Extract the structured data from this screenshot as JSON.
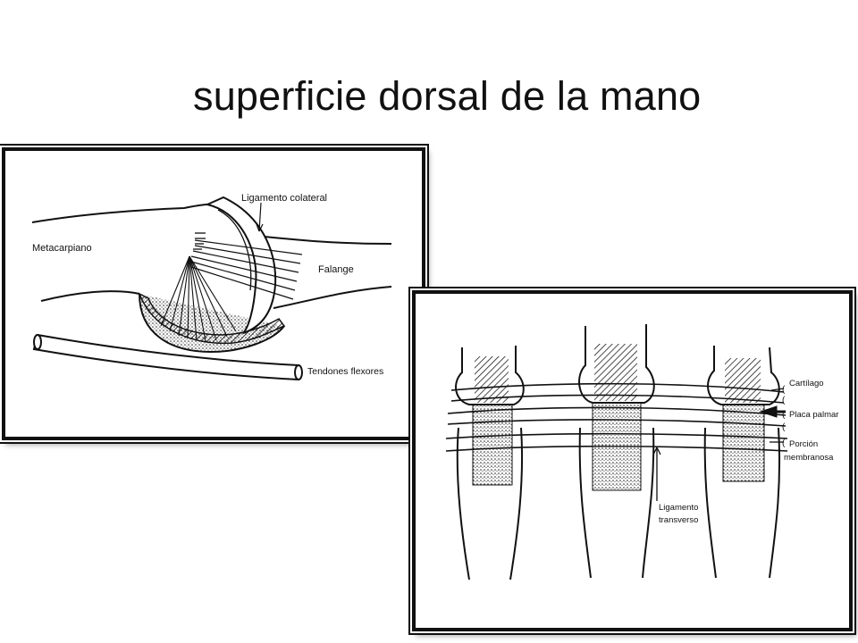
{
  "slide": {
    "title": "superficie dorsal de la mano"
  },
  "figure_left": {
    "labels": {
      "ligamento_colateral": "Ligamento colateral",
      "metacarpiano": "Metacarpiano",
      "falange": "Falange",
      "tendones_flexores": "Tendones flexores"
    }
  },
  "figure_right": {
    "labels": {
      "cartilago": "Cartílago",
      "placa_palmar": "Placa palmar",
      "porcion_line1": "Porción",
      "porcion_line2": "membranosa",
      "ligamento_line1": "Ligamento",
      "ligamento_line2": "transverso"
    }
  },
  "colors": {
    "ink": "#111111",
    "background": "#ffffff"
  }
}
